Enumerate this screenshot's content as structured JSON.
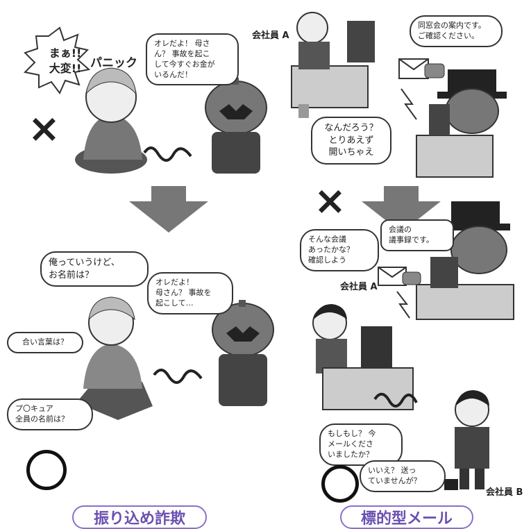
{
  "left": {
    "top": {
      "shout": "まぁ!!\n大変!!",
      "panic": "パニック",
      "caller": "オレだよ！ 母さ\nん？ 事故を起こ\nして今すぐお金が\nいるんだ！",
      "verdict": "×"
    },
    "bottom": {
      "question1": "俺っていうけど、\nお名前は？",
      "question2": "合い言葉は？",
      "question3": "プ〇キュア\n全員の名前は？",
      "caller": "オレだよ！\n母さん？ 事故を\n起こして…",
      "verdict": "○"
    },
    "caption": "振り込め詐欺"
  },
  "right": {
    "top": {
      "employee_label": "会社員 A",
      "email_bubble": "同窓会の案内です。\nご確認ください。",
      "thought": "なんだろう？\nとりあえず\n開いちゃえ",
      "verdict": "×"
    },
    "bottom": {
      "thought": "そんな会議\nあったかな？\n確認しよう",
      "email_bubble": "会議の\n議事録です。",
      "employee_a_label": "会社員 A",
      "call_a": "もしもし？ 今\nメールくださ\nいましたか？",
      "call_b": "いいえ？ 送っ\nていませんが？",
      "employee_b_label": "会社員 B",
      "verdict": "○"
    },
    "caption": "標的型メール"
  }
}
